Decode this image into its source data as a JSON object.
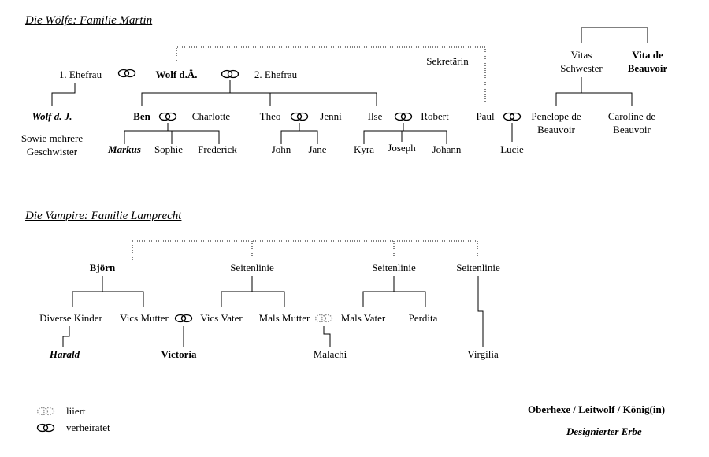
{
  "wolves": {
    "heading": "Die Wölfe: Familie Martin",
    "wolf_elder": "Wolf  d.Ä.",
    "wife1": "1. Ehefrau",
    "wife2": "2. Ehefrau",
    "sekretaerin": "Sekretärin",
    "vitas_schwester_1": "Vitas",
    "vitas_schwester_2": "Schwester",
    "vita_1": "Vita de",
    "vita_2": "Beauvoir",
    "wolf_younger": "Wolf d. J.",
    "siblings_1": "Sowie mehrere",
    "siblings_2": "Geschwister",
    "ben": "Ben",
    "charlotte": "Charlotte",
    "theo": "Theo",
    "jenni": "Jenni",
    "ilse": "Ilse",
    "robert": "Robert",
    "paul": "Paul",
    "penelope_1": "Penelope de",
    "penelope_2": "Beauvoir",
    "caroline_1": "Caroline de",
    "caroline_2": "Beauvoir",
    "markus": "Markus",
    "sophie": "Sophie",
    "frederick": "Frederick",
    "john": "John",
    "jane": "Jane",
    "kyra": "Kyra",
    "joseph": "Joseph",
    "johann": "Johann",
    "lucie": "Lucie"
  },
  "vampires": {
    "heading": "Die Vampire: Familie Lamprecht",
    "bjoern": "Björn",
    "seitenlinie_1": "Seitenlinie",
    "seitenlinie_2": "Seitenlinie",
    "seitenlinie_3": "Seitenlinie",
    "diverse_kinder": "Diverse  Kinder",
    "vics_mutter": "Vics  Mutter",
    "vics_vater": "Vics  Vater",
    "mals_mutter": "Mals  Mutter",
    "mals_vater": "Mals  Vater",
    "perdita": "Perdita",
    "harald": "Harald",
    "victoria": "Victoria",
    "malachi": "Malachi",
    "virgilia": "Virgilia"
  },
  "legend": {
    "liiert": "liiert",
    "verheiratet": "verheiratet",
    "oberhexe": "Oberhexe / Leitwolf  / König(in)",
    "erbe": "Designierter Erbe"
  }
}
